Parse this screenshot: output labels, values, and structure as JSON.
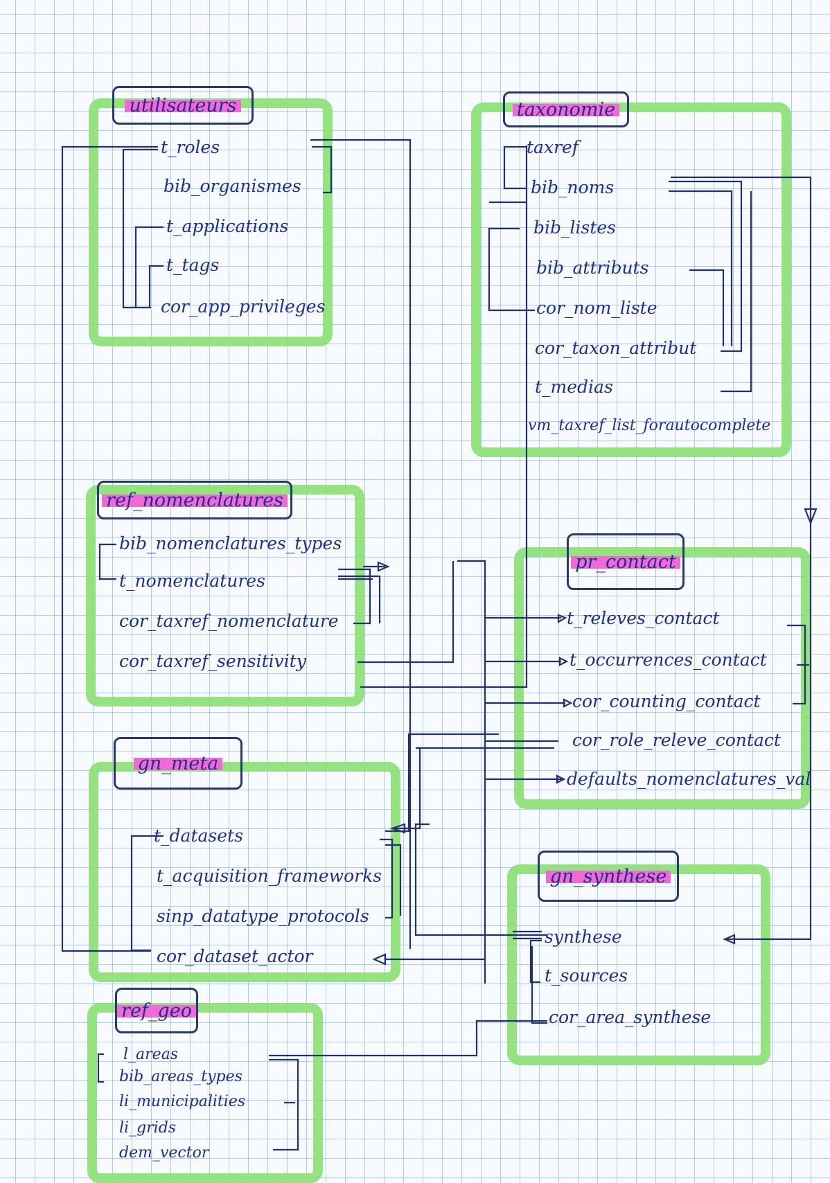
{
  "colors": {
    "ink": "#1f2f8a",
    "highlight": "#8fe07a",
    "title_marker": "#f06ad7"
  },
  "schemas": {
    "utilisateurs": {
      "title": "utilisateurs",
      "tables": [
        "t_roles",
        "bib_organismes",
        "t_applications",
        "t_tags",
        "cor_app_privileges"
      ]
    },
    "taxonomie": {
      "title": "taxonomie",
      "tables": [
        "taxref",
        "bib_noms",
        "bib_listes",
        "bib_attributs",
        "cor_nom_liste",
        "cor_taxon_attribut",
        "t_medias",
        "vm_taxref_list_forautocomplete"
      ]
    },
    "ref_nomenclatures": {
      "title": "ref_nomenclatures",
      "tables": [
        "bib_nomenclatures_types",
        "t_nomenclatures",
        "cor_taxref_nomenclature",
        "cor_taxref_sensitivity"
      ]
    },
    "pr_contact": {
      "title": "pr_contact",
      "tables": [
        "t_releves_contact",
        "t_occurrences_contact",
        "cor_counting_contact",
        "cor_role_releve_contact",
        "defaults_nomenclatures_val"
      ]
    },
    "gn_meta": {
      "title": "gn_meta",
      "tables": [
        "t_datasets",
        "t_acquisition_frameworks",
        "sinp_datatype_protocols",
        "cor_dataset_actor"
      ]
    },
    "gn_synthese": {
      "title": "gn_synthese",
      "tables": [
        "synthese",
        "t_sources",
        "cor_area_synthese"
      ]
    },
    "ref_geo": {
      "title": "ref_geo",
      "tables": [
        "l_areas",
        "bib_areas_types",
        "li_municipalities",
        "li_grids",
        "dem_vector"
      ]
    }
  }
}
